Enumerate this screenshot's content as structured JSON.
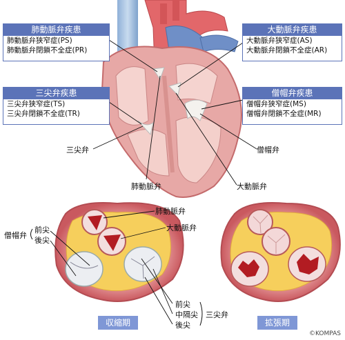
{
  "boxes": {
    "pulmonary": {
      "title": "肺動脈弁疾患",
      "lines": [
        "肺動脈弁狭窄症(PS)",
        "肺動脈弁閉鎖不全症(PR)"
      ]
    },
    "aortic": {
      "title": "大動脈弁疾患",
      "lines": [
        "大動脈弁狭窄症(AS)",
        "大動脈弁閉鎖不全症(AR)"
      ]
    },
    "tricuspid": {
      "title": "三尖弁疾患",
      "lines": [
        "三尖弁狭窄症(TS)",
        "三尖弁閉鎖不全症(TR)"
      ]
    },
    "mitral": {
      "title": "僧帽弁疾患",
      "lines": [
        "僧帽弁狭窄症(MS)",
        "僧帽弁閉鎖不全症(MR)"
      ]
    }
  },
  "heart_labels": {
    "tricuspid": "三尖弁",
    "pulmonary": "肺動脈弁",
    "aortic": "大動脈弁",
    "mitral": "僧帽弁"
  },
  "valve_labels": {
    "pulmonary": "肺動脈弁",
    "aortic": "大動脈弁",
    "mitral": "僧帽弁",
    "mitral_anterior": "前尖",
    "mitral_posterior": "後尖",
    "tri_anterior": "前尖",
    "tri_septal": "中隔尖",
    "tri_posterior": "後尖",
    "tricuspid": "三尖弁"
  },
  "phases": {
    "systole": "収縮期",
    "diastole": "拡張期"
  },
  "copyright": "©KOMPAS",
  "colors": {
    "accent": "#5b73b8",
    "phase": "#7f97d6",
    "muscle": "#d9797c",
    "fat": "#f4cf5a"
  }
}
